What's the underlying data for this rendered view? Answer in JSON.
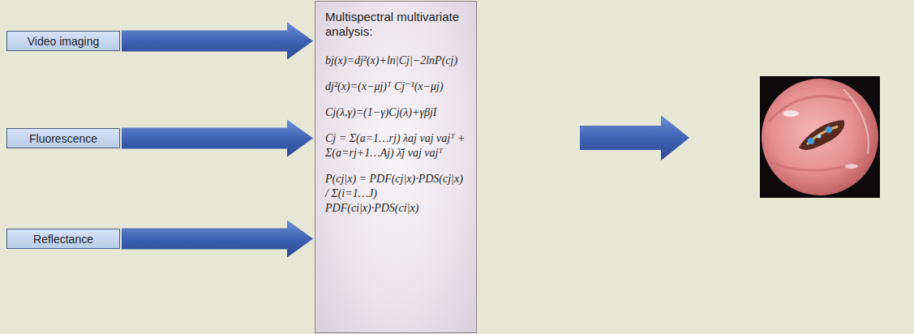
{
  "diagram": {
    "nodes": [
      {
        "text": [
          "Video imaging"
        ]
      },
      {
        "text": [
          "Fluorescence"
        ]
      },
      {
        "text": [
          "Reflectance"
        ]
      },
      {
        "text": [
          "Multispectral multivariate analysis:",
          "bj(x)=dj²(x)+ln|Cj|−2lnP(cj)",
          "dj²(x)=(x−μj)ᵀ Cj⁻¹(x−μj)",
          "Cj(λ,γ)=(1−γ)Cj(λ)+γβjI",
          "Cj = Σ(a=1…rj) λaj vaj vajᵀ + Σ(a=rj+1…Aj) λ̄j vaj vajᵀ",
          "P(cj|x) = PDF(cj|x)·PDS(cj|x) / Σ(i=1…J) PDF(ci|x)·PDS(ci|x)"
        ]
      }
    ],
    "edges": [
      {
        "from": 0,
        "to": 3,
        "arrow": "to"
      },
      {
        "from": 1,
        "to": 3,
        "arrow": "to"
      },
      {
        "from": 2,
        "to": 3,
        "arrow": "to"
      }
    ]
  }
}
